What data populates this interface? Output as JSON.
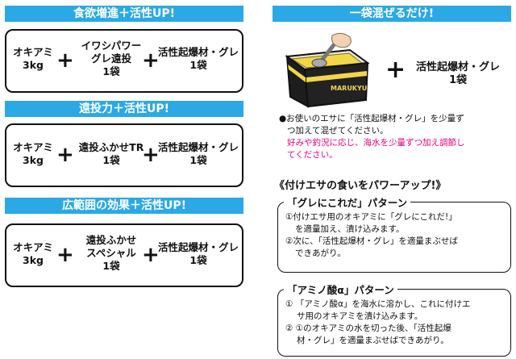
{
  "left": {
    "panels": [
      {
        "header": "食欲増進＋活性UP!",
        "items": [
          {
            "lines": [
              "オキアミ",
              "3kg"
            ]
          },
          {
            "lines": [
              "イワシパワー",
              "グレ遠投",
              "1袋"
            ]
          },
          {
            "lines": [
              "活性起爆材・グレ",
              "1袋"
            ]
          }
        ]
      },
      {
        "header": "遠投力＋活性UP!",
        "items": [
          {
            "lines": [
              "オキアミ",
              "3kg"
            ]
          },
          {
            "lines": [
              "遠投ふかせTR",
              "1袋"
            ]
          },
          {
            "lines": [
              "活性起爆材・グレ",
              "1袋"
            ]
          }
        ]
      },
      {
        "header": "広範囲の効果＋活性UP!",
        "items": [
          {
            "lines": [
              "オキアミ",
              "3kg"
            ]
          },
          {
            "lines": [
              "遠投ふかせ",
              "スペシャル",
              "1袋"
            ]
          },
          {
            "lines": [
              "活性起爆材・グレ",
              "1袋"
            ]
          }
        ]
      }
    ],
    "plus": "+"
  },
  "right": {
    "header": "一袋混ぜるだけ!",
    "bucket_label": "MARUKYU",
    "product": [
      "活性起爆材・グレ",
      "1袋"
    ],
    "plus": "+",
    "note_lines": [
      "●お使いのエサに「活性起爆材・グレ」を少量ず",
      "つ加えて混ぜてください。"
    ],
    "note_pink_lines": [
      "好みや釣況に応じ、海水を少量ずつ加え調節し",
      "てください。"
    ],
    "power_title": "《付けエサの食いをパワーアップ!》",
    "pattern1": {
      "title": "「グレにこれだ」パターン",
      "lines": [
        "①付けエサ用のオキアミに「グレにこれだ!」",
        "を適量加え、漬け込みます。",
        "②次に、「活性起爆材・グレ」を適量まぶせば",
        "できあがり。"
      ]
    },
    "pattern2": {
      "title": "「アミノ酸α」パターン",
      "lines": [
        "① 「アミノ酸α」を海水に溶かし、これに付けエ",
        "サ用のオキアミを漬け込みます。",
        "② ①のオキアミの水を切った後、「活性起爆",
        "材・グレ」を適量まぶせばできあがり。"
      ]
    }
  }
}
